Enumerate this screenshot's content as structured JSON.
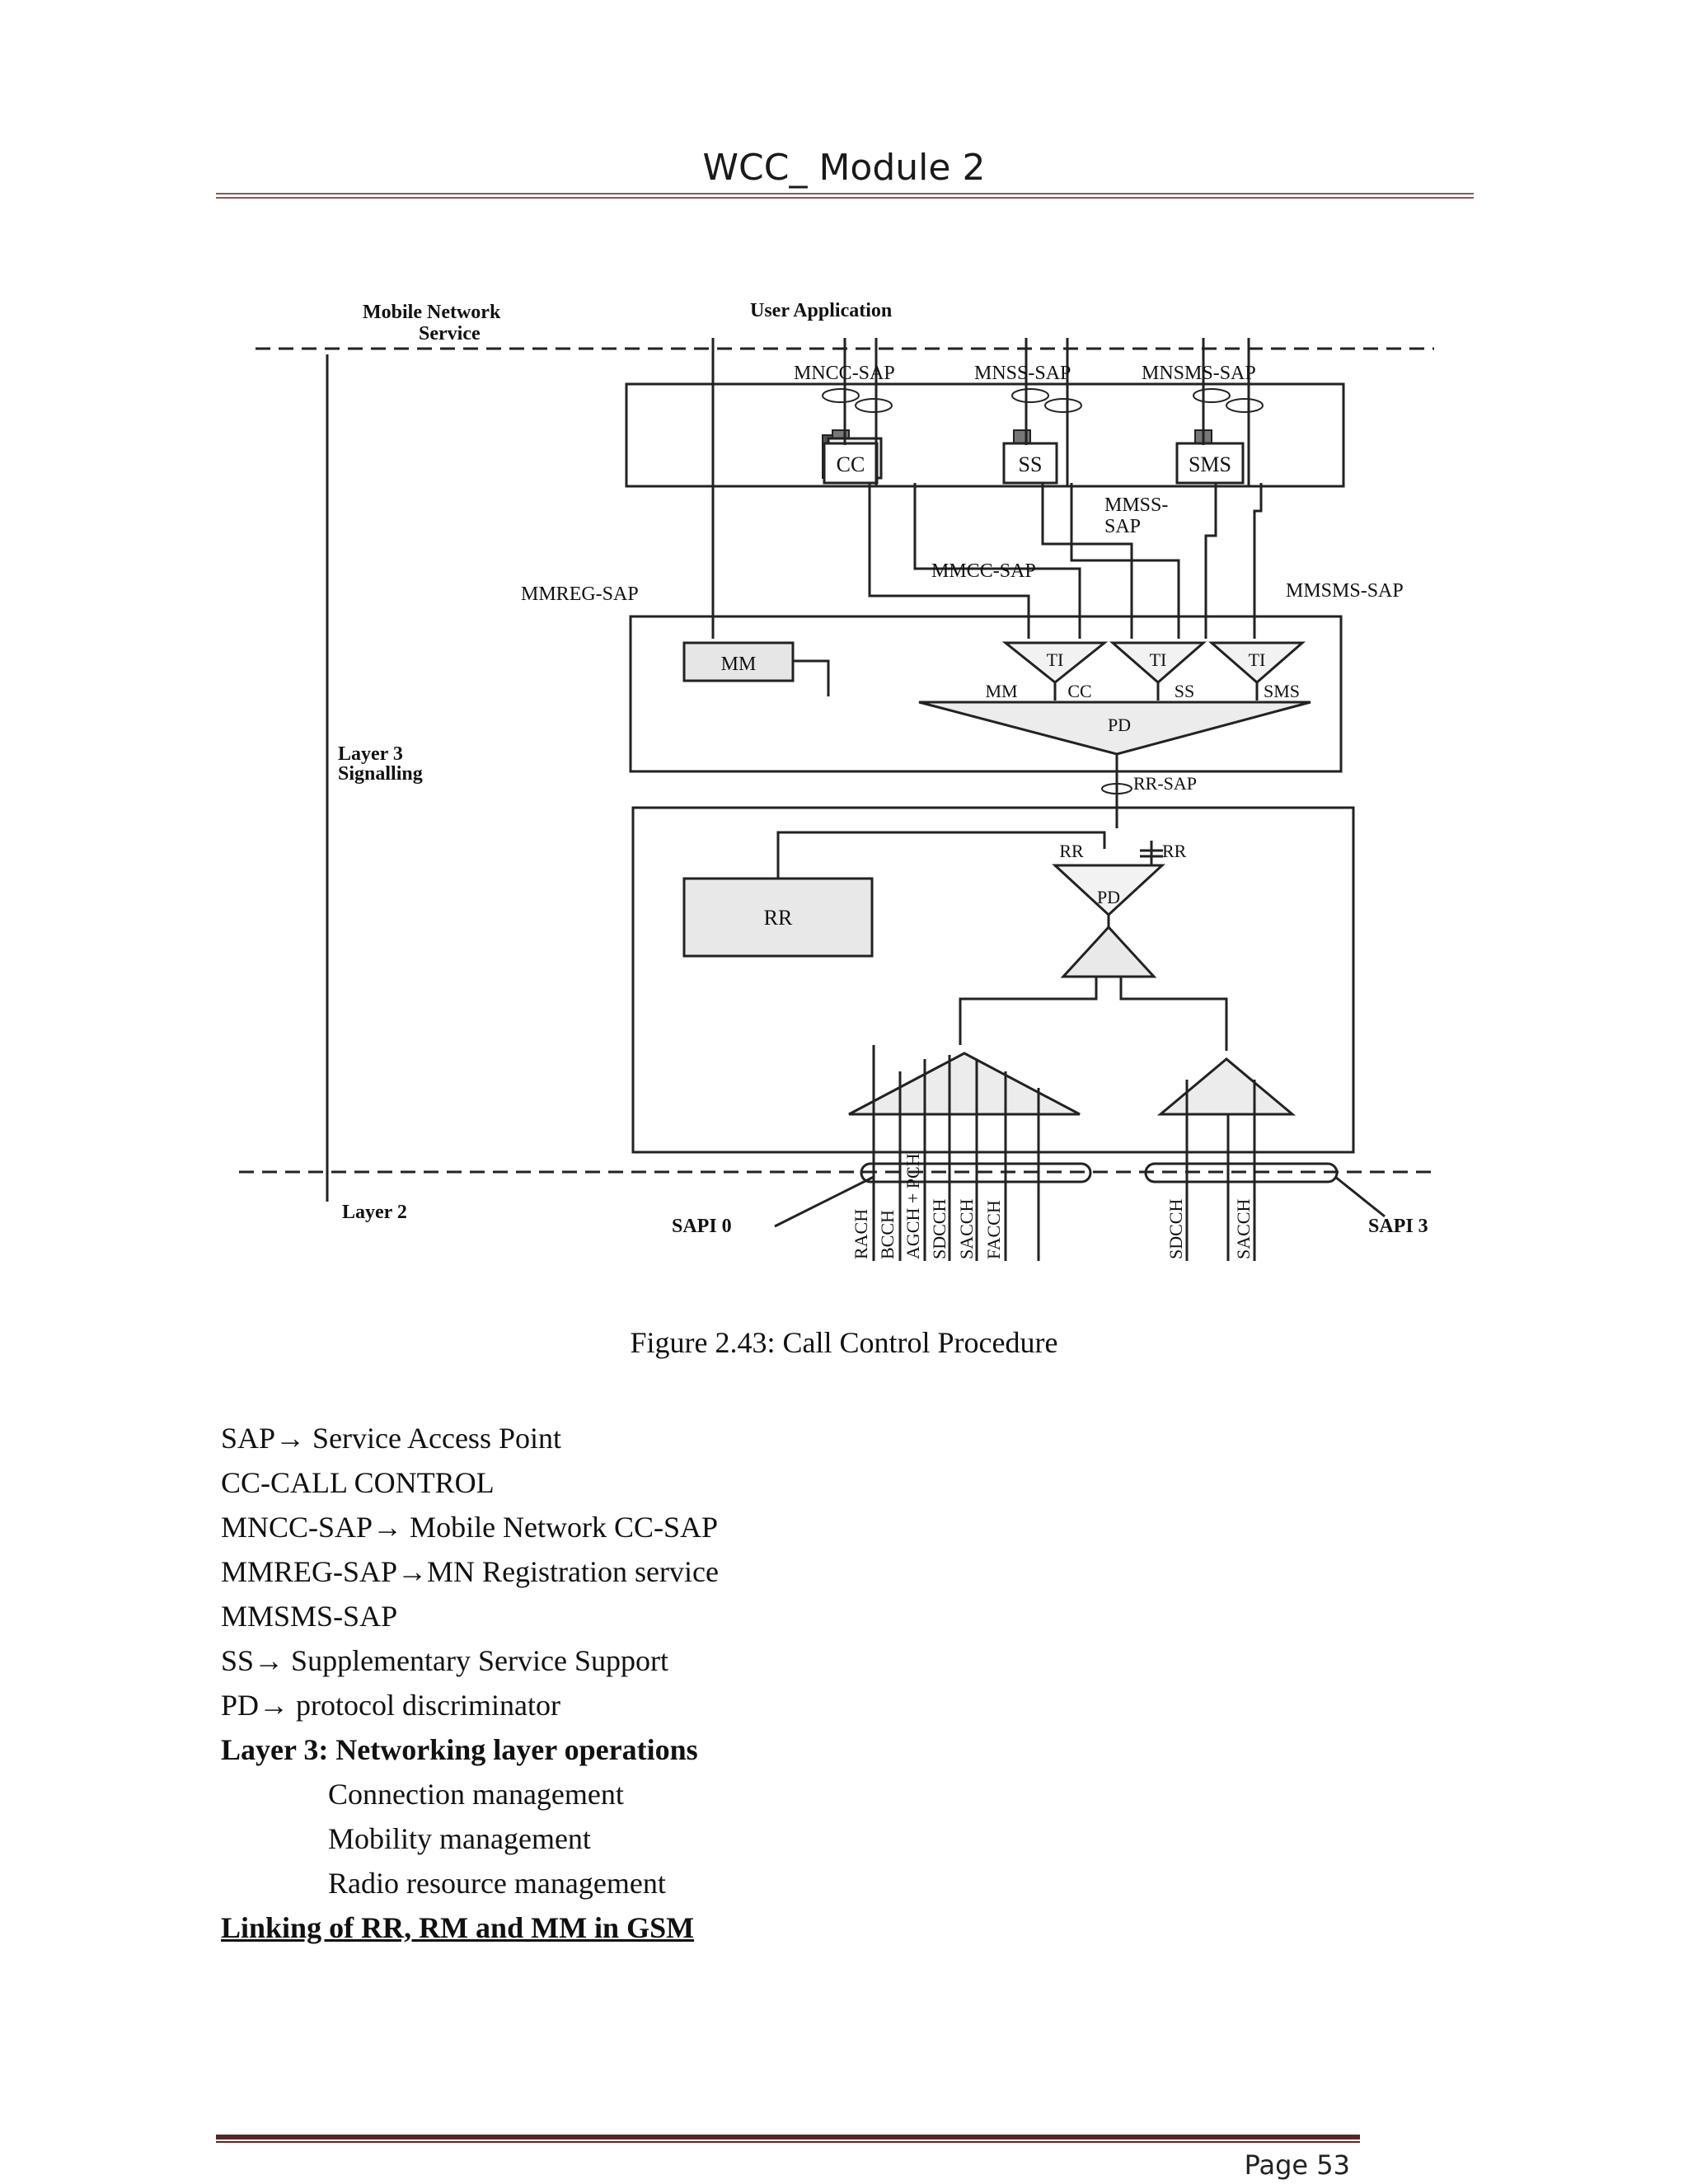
{
  "header": {
    "title": "WCC_ Module 2"
  },
  "figure": {
    "labels": {
      "mobile_network_service_1": "Mobile Network",
      "mobile_network_service_2": "Service",
      "user_application": "User Application",
      "mncc_sap": "MNCC-SAP",
      "mnss_sap": "MNSS-SAP",
      "mnsms_sap": "MNSMS-SAP",
      "cc": "CC",
      "ss": "SS",
      "sms": "SMS",
      "mmss_sap_1": "MMSS-",
      "mmss_sap_2": "SAP",
      "mmcc_sap": "MMCC-SAP",
      "mmreg_sap": "MMREG-SAP",
      "mmsms_sap": "MMSMS-SAP",
      "mm": "MM",
      "ti": "TI",
      "mm_port": "MM",
      "cc_port": "CC",
      "ss_port": "SS",
      "sms_port": "SMS",
      "pd": "PD",
      "layer3_1": "Layer 3",
      "layer3_2": "Signalling",
      "rr_sap": "RR-SAP",
      "rr": "RR",
      "rr_left": "RR",
      "rr_right": "RR",
      "pd2": "PD",
      "layer2": "Layer 2",
      "sapi0": "SAPI 0",
      "sapi3": "SAPI 3",
      "ch_rach": "RACH",
      "ch_bcch": "BCCH",
      "ch_agch": "AGCH + PCH",
      "ch_sdcch": "SDCCH",
      "ch_sacch": "SACCH",
      "ch_facch": "FACCH",
      "ch_sdcch2": "SDCCH",
      "ch_sacch2": "SACCH"
    }
  },
  "caption": "Figure 2.43: Call Control Procedure",
  "definitions": {
    "sap": "SAP→ Service Access Point",
    "cc": "CC-CALL CONTROL",
    "mncc": "MNCC-SAP→ Mobile Network CC-SAP",
    "mmreg": "MMREG-SAP→MN Registration service",
    "mmsms": "MMSMS-SAP",
    "ss": "SS→ Supplementary Service Support",
    "pd": "PD→ protocol discriminator",
    "layer3_heading": "Layer 3: Networking layer operations",
    "ops": [
      "Connection management",
      "Mobility management",
      "Radio resource management"
    ],
    "linking_heading": "Linking of RR, RM and MM in GSM"
  },
  "footer": {
    "page": "Page 53"
  }
}
